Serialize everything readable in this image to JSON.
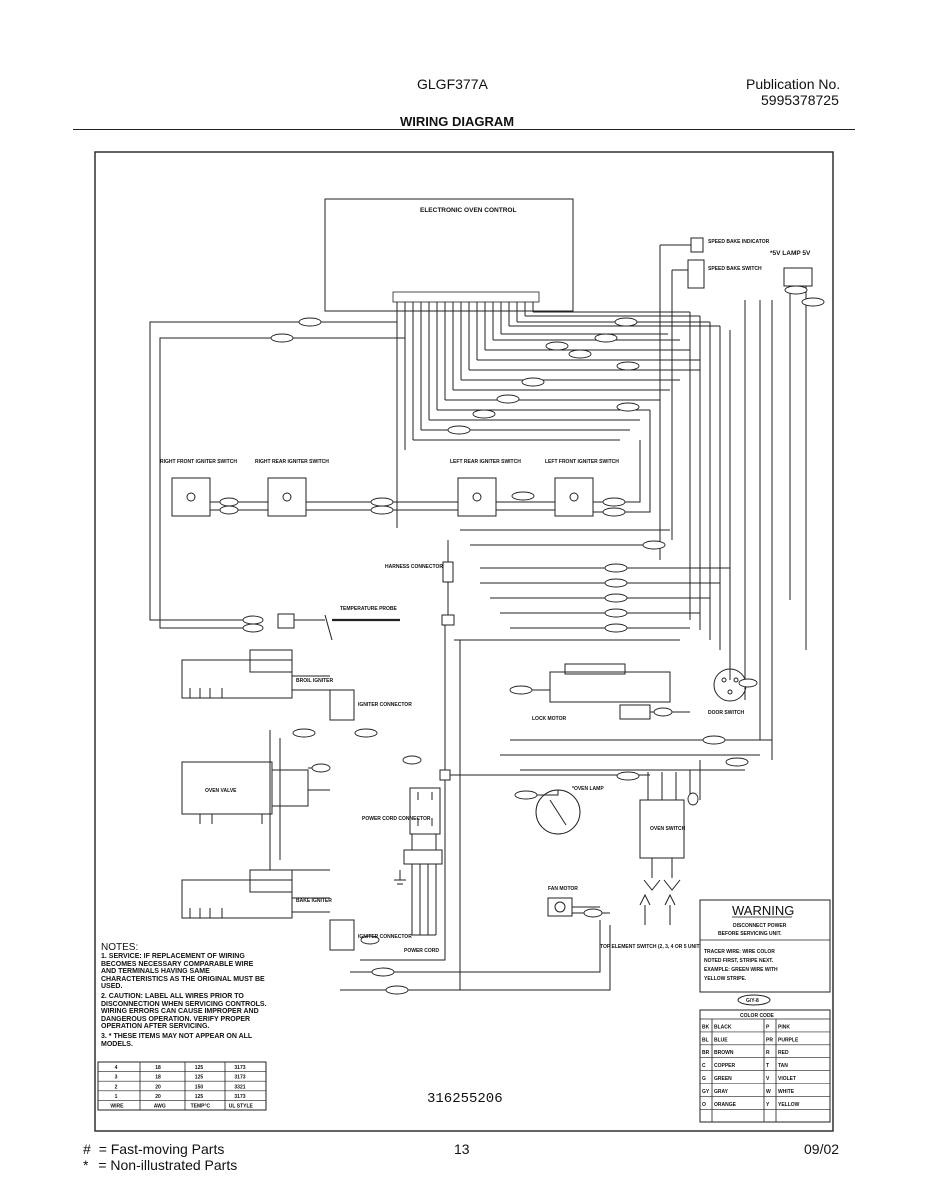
{
  "header": {
    "model": "GLGF377A",
    "publication_label": "Publication No.",
    "publication_number": "5995378725",
    "section_title": "WIRING DIAGRAM"
  },
  "diagram": {
    "part_number": "316255206",
    "labels": {
      "electronic_oven_control": "ELECTRONIC OVEN CONTROL",
      "speed_bake_indicator": "SPEED BAKE INDICATOR",
      "speed_bake_switch": "SPEED BAKE SWITCH",
      "lamp_note": "*5V LAMP 5V",
      "right_front_igniter": "RIGHT FRONT IGNITER SWITCH",
      "right_rear_igniter": "RIGHT REAR IGNITER SWITCH",
      "left_rear_igniter": "LEFT REAR IGNITER SWITCH",
      "left_front_igniter": "LEFT FRONT IGNITER SWITCH",
      "harness_connector": "HARNESS CONNECTOR",
      "temperature_probe": "TEMPERATURE PROBE",
      "broil_igniter": "BROIL IGNITER",
      "igniter_connector_top": "IGNITER CONNECTOR",
      "door_motor": "LOCK MOTOR",
      "door_switch": "DOOR SWITCH",
      "oven_valve": "OVEN VALVE",
      "power_cord_connector": "POWER CORD CONNECTOR",
      "oven_lamp": "*OVEN LAMP",
      "oven_switch": "OVEN SWITCH",
      "bake_igniter": "BAKE IGNITER",
      "igniter_connector_bottom": "IGNITER CONNECTOR",
      "fan_motor": "FAN MOTOR",
      "power_cord": "POWER CORD",
      "top_element_sw": "TOP ELEMENT SWITCH (2, 3, 4 OR 5 UNITS)"
    },
    "warning": {
      "title": "WARNING",
      "line1": "DISCONNECT POWER",
      "line2": "BEFORE SERVICING UNIT.",
      "tracer1": "TRACER WIRE: WIRE COLOR",
      "tracer2": "NOTED FIRST, STRIPE NEXT.",
      "tracer3": "EXAMPLE: GREEN WIRE WITH",
      "tracer4": "YELLOW STRIPE.",
      "example_tag": "G/Y-8"
    },
    "color_code": {
      "title": "COLOR CODE",
      "rows": [
        [
          "BK",
          "BLACK",
          "P",
          "PINK"
        ],
        [
          "BL",
          "BLUE",
          "PR",
          "PURPLE"
        ],
        [
          "BR",
          "BROWN",
          "R",
          "RED"
        ],
        [
          "C",
          "COPPER",
          "T",
          "TAN"
        ],
        [
          "G",
          "GREEN",
          "V",
          "VIOLET"
        ],
        [
          "GY",
          "GRAY",
          "W",
          "WHITE"
        ],
        [
          "O",
          "ORANGE",
          "Y",
          "YELLOW"
        ],
        [
          "",
          "",
          "",
          ""
        ]
      ]
    },
    "notes": {
      "title": "NOTES:",
      "n1": "1.  SERVICE:  IF REPLACEMENT OF WIRING BECOMES NECESSARY COMPARABLE WIRE AND TERMINALS HAVING SAME CHARACTERISTICS AS THE ORIGINAL MUST BE USED.",
      "n2": "2.  CAUTION:  LABEL ALL WIRES PRIOR TO DISCONNECTION WHEN SERVICING CONTROLS.  WIRING ERRORS CAN CAUSE IMPROPER AND DANGEROUS OPERATION.  VERIFY PROPER OPERATION AFTER SERVICING.",
      "n3": "3.  * THESE ITEMS MAY NOT APPEAR ON ALL MODELS."
    },
    "wire_table": {
      "rows": [
        [
          "4",
          "18",
          "125",
          "3173"
        ],
        [
          "3",
          "18",
          "125",
          "3173"
        ],
        [
          "2",
          "20",
          "150",
          "3321"
        ],
        [
          "1",
          "20",
          "125",
          "3173"
        ]
      ],
      "headers": [
        "WIRE",
        "AWG",
        "TEMP°C",
        "UL STYLE"
      ]
    }
  },
  "footer": {
    "legend1_symbol": "#",
    "legend1_text": "=  Fast-moving Parts",
    "legend2_symbol": "*",
    "legend2_text": "=  Non-illustrated Parts",
    "page_number": "13",
    "date": "09/02"
  }
}
